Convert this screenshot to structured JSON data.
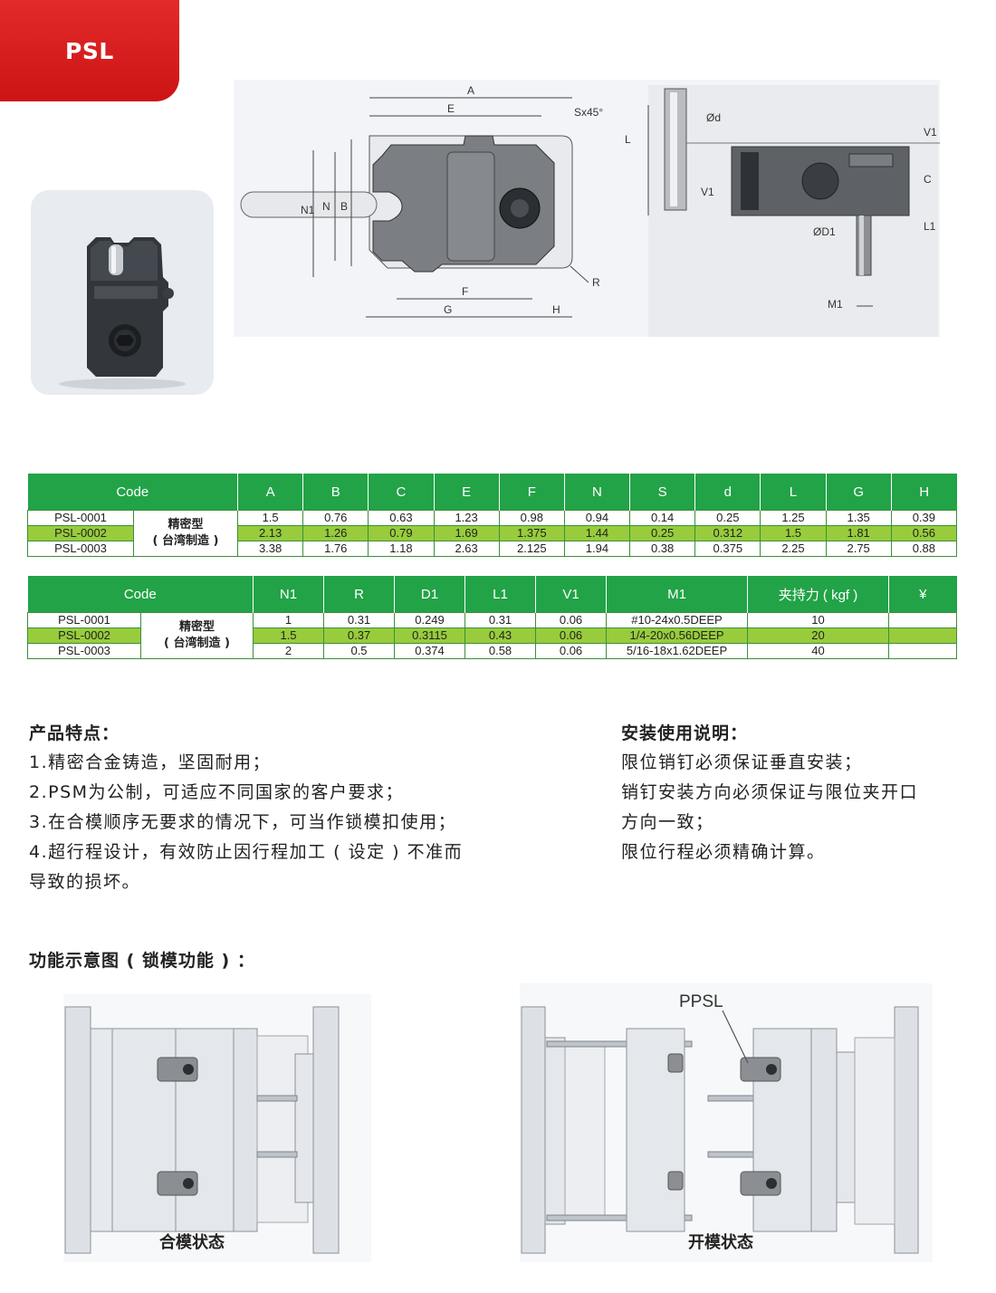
{
  "header": {
    "tag": "PSL"
  },
  "drawing_labels": {
    "A": "A",
    "E": "E",
    "S": "Sx45°",
    "F": "F",
    "G": "G",
    "H": "H",
    "R": "R",
    "N1": "N1",
    "N": "N",
    "B": "B",
    "L": "L",
    "d": "Ød",
    "V1": "V1",
    "C": "C",
    "L1": "L1",
    "D1": "ØD1",
    "M1": "M1"
  },
  "table1": {
    "headers": [
      "Code",
      "A",
      "B",
      "C",
      "E",
      "F",
      "N",
      "S",
      "d",
      "L",
      "G",
      "H"
    ],
    "type_label_1": "精密型",
    "type_label_2": "( 台湾制造 )",
    "rows": [
      {
        "code": "PSL-0001",
        "values": [
          "1.5",
          "0.76",
          "0.63",
          "1.23",
          "0.98",
          "0.94",
          "0.14",
          "0.25",
          "1.25",
          "1.35",
          "0.39"
        ]
      },
      {
        "code": "PSL-0002",
        "values": [
          "2.13",
          "1.26",
          "0.79",
          "1.69",
          "1.375",
          "1.44",
          "0.25",
          "0.312",
          "1.5",
          "1.81",
          "0.56"
        ]
      },
      {
        "code": "PSL-0003",
        "values": [
          "3.38",
          "1.76",
          "1.18",
          "2.63",
          "2.125",
          "1.94",
          "0.38",
          "0.375",
          "2.25",
          "2.75",
          "0.88"
        ]
      }
    ]
  },
  "table2": {
    "headers": [
      "Code",
      "N1",
      "R",
      "D1",
      "L1",
      "V1",
      "M1",
      "夹持力 ( kgf )",
      "¥"
    ],
    "type_label_1": "精密型",
    "type_label_2": "( 台湾制造 )",
    "rows": [
      {
        "code": "PSL-0001",
        "values": [
          "1",
          "0.31",
          "0.249",
          "0.31",
          "0.06",
          "#10-24x0.5DEEP",
          "10",
          ""
        ]
      },
      {
        "code": "PSL-0002",
        "values": [
          "1.5",
          "0.37",
          "0.3115",
          "0.43",
          "0.06",
          "1/4-20x0.56DEEP",
          "20",
          ""
        ]
      },
      {
        "code": "PSL-0003",
        "values": [
          "2",
          "0.5",
          "0.374",
          "0.58",
          "0.06",
          "5/16-18x1.62DEEP",
          "40",
          ""
        ]
      }
    ]
  },
  "features": {
    "title": "产品特点：",
    "lines": [
      "1.精密合金铸造，坚固耐用；",
      "2.PSM为公制，可适应不同国家的客户要求；",
      "3.在合模顺序无要求的情况下，可当作锁模扣使用；",
      "4.超行程设计，有效防止因行程加工 ( 设定 ) 不准而",
      "导致的损坏。"
    ]
  },
  "install": {
    "title": "安装使用说明：",
    "lines": [
      "限位销钉必须保证垂直安装；",
      "销钉安装方向必须保证与限位夹开口",
      "方向一致；",
      "限位行程必须精确计算。"
    ]
  },
  "function": {
    "title": "功能示意图 ( 锁模功能 ) ：",
    "closed_caption": "合模状态",
    "open_caption": "开模状态",
    "callout": "PPSL"
  },
  "colors": {
    "red": "#d91c1c",
    "green": "#22a347",
    "highlight": "#98cc3c"
  }
}
